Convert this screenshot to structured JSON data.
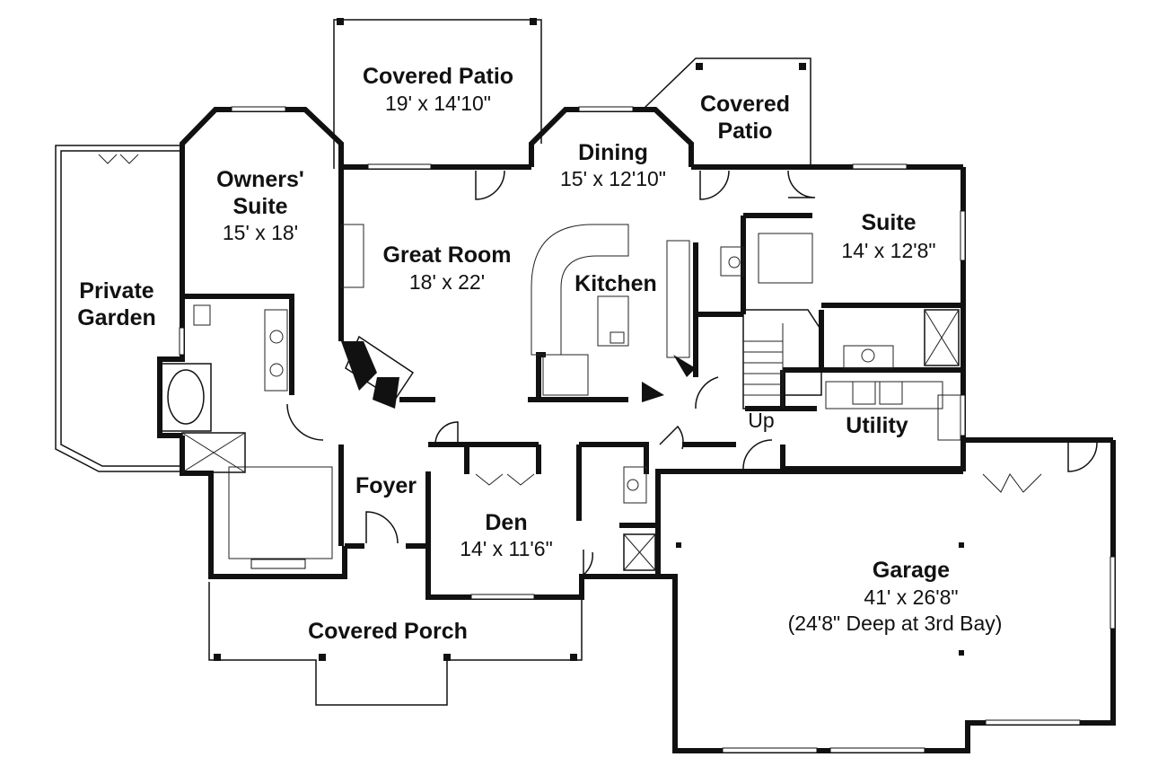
{
  "rooms": {
    "covered_patio_left": {
      "name": "Covered Patio",
      "dims": "19' x 14'10\""
    },
    "covered_patio_right": {
      "name_line1": "Covered",
      "name_line2": "Patio"
    },
    "owners_suite": {
      "name_line1": "Owners'",
      "name_line2": "Suite",
      "dims": "15' x 18'"
    },
    "great_room": {
      "name": "Great Room",
      "dims": "18' x 22'"
    },
    "dining": {
      "name": "Dining",
      "dims": "15' x 12'10\""
    },
    "kitchen": {
      "name": "Kitchen"
    },
    "suite": {
      "name": "Suite",
      "dims": "14' x 12'8\""
    },
    "private_garden": {
      "name_line1": "Private",
      "name_line2": "Garden"
    },
    "utility": {
      "name": "Utility"
    },
    "stair": {
      "label": "Up"
    },
    "foyer": {
      "name": "Foyer"
    },
    "den": {
      "name": "Den",
      "dims": "14' x 11'6\""
    },
    "garage": {
      "name": "Garage",
      "dims": "41' x 26'8\"",
      "note": "(24'8\" Deep at 3rd Bay)"
    },
    "covered_porch": {
      "name": "Covered Porch"
    }
  }
}
